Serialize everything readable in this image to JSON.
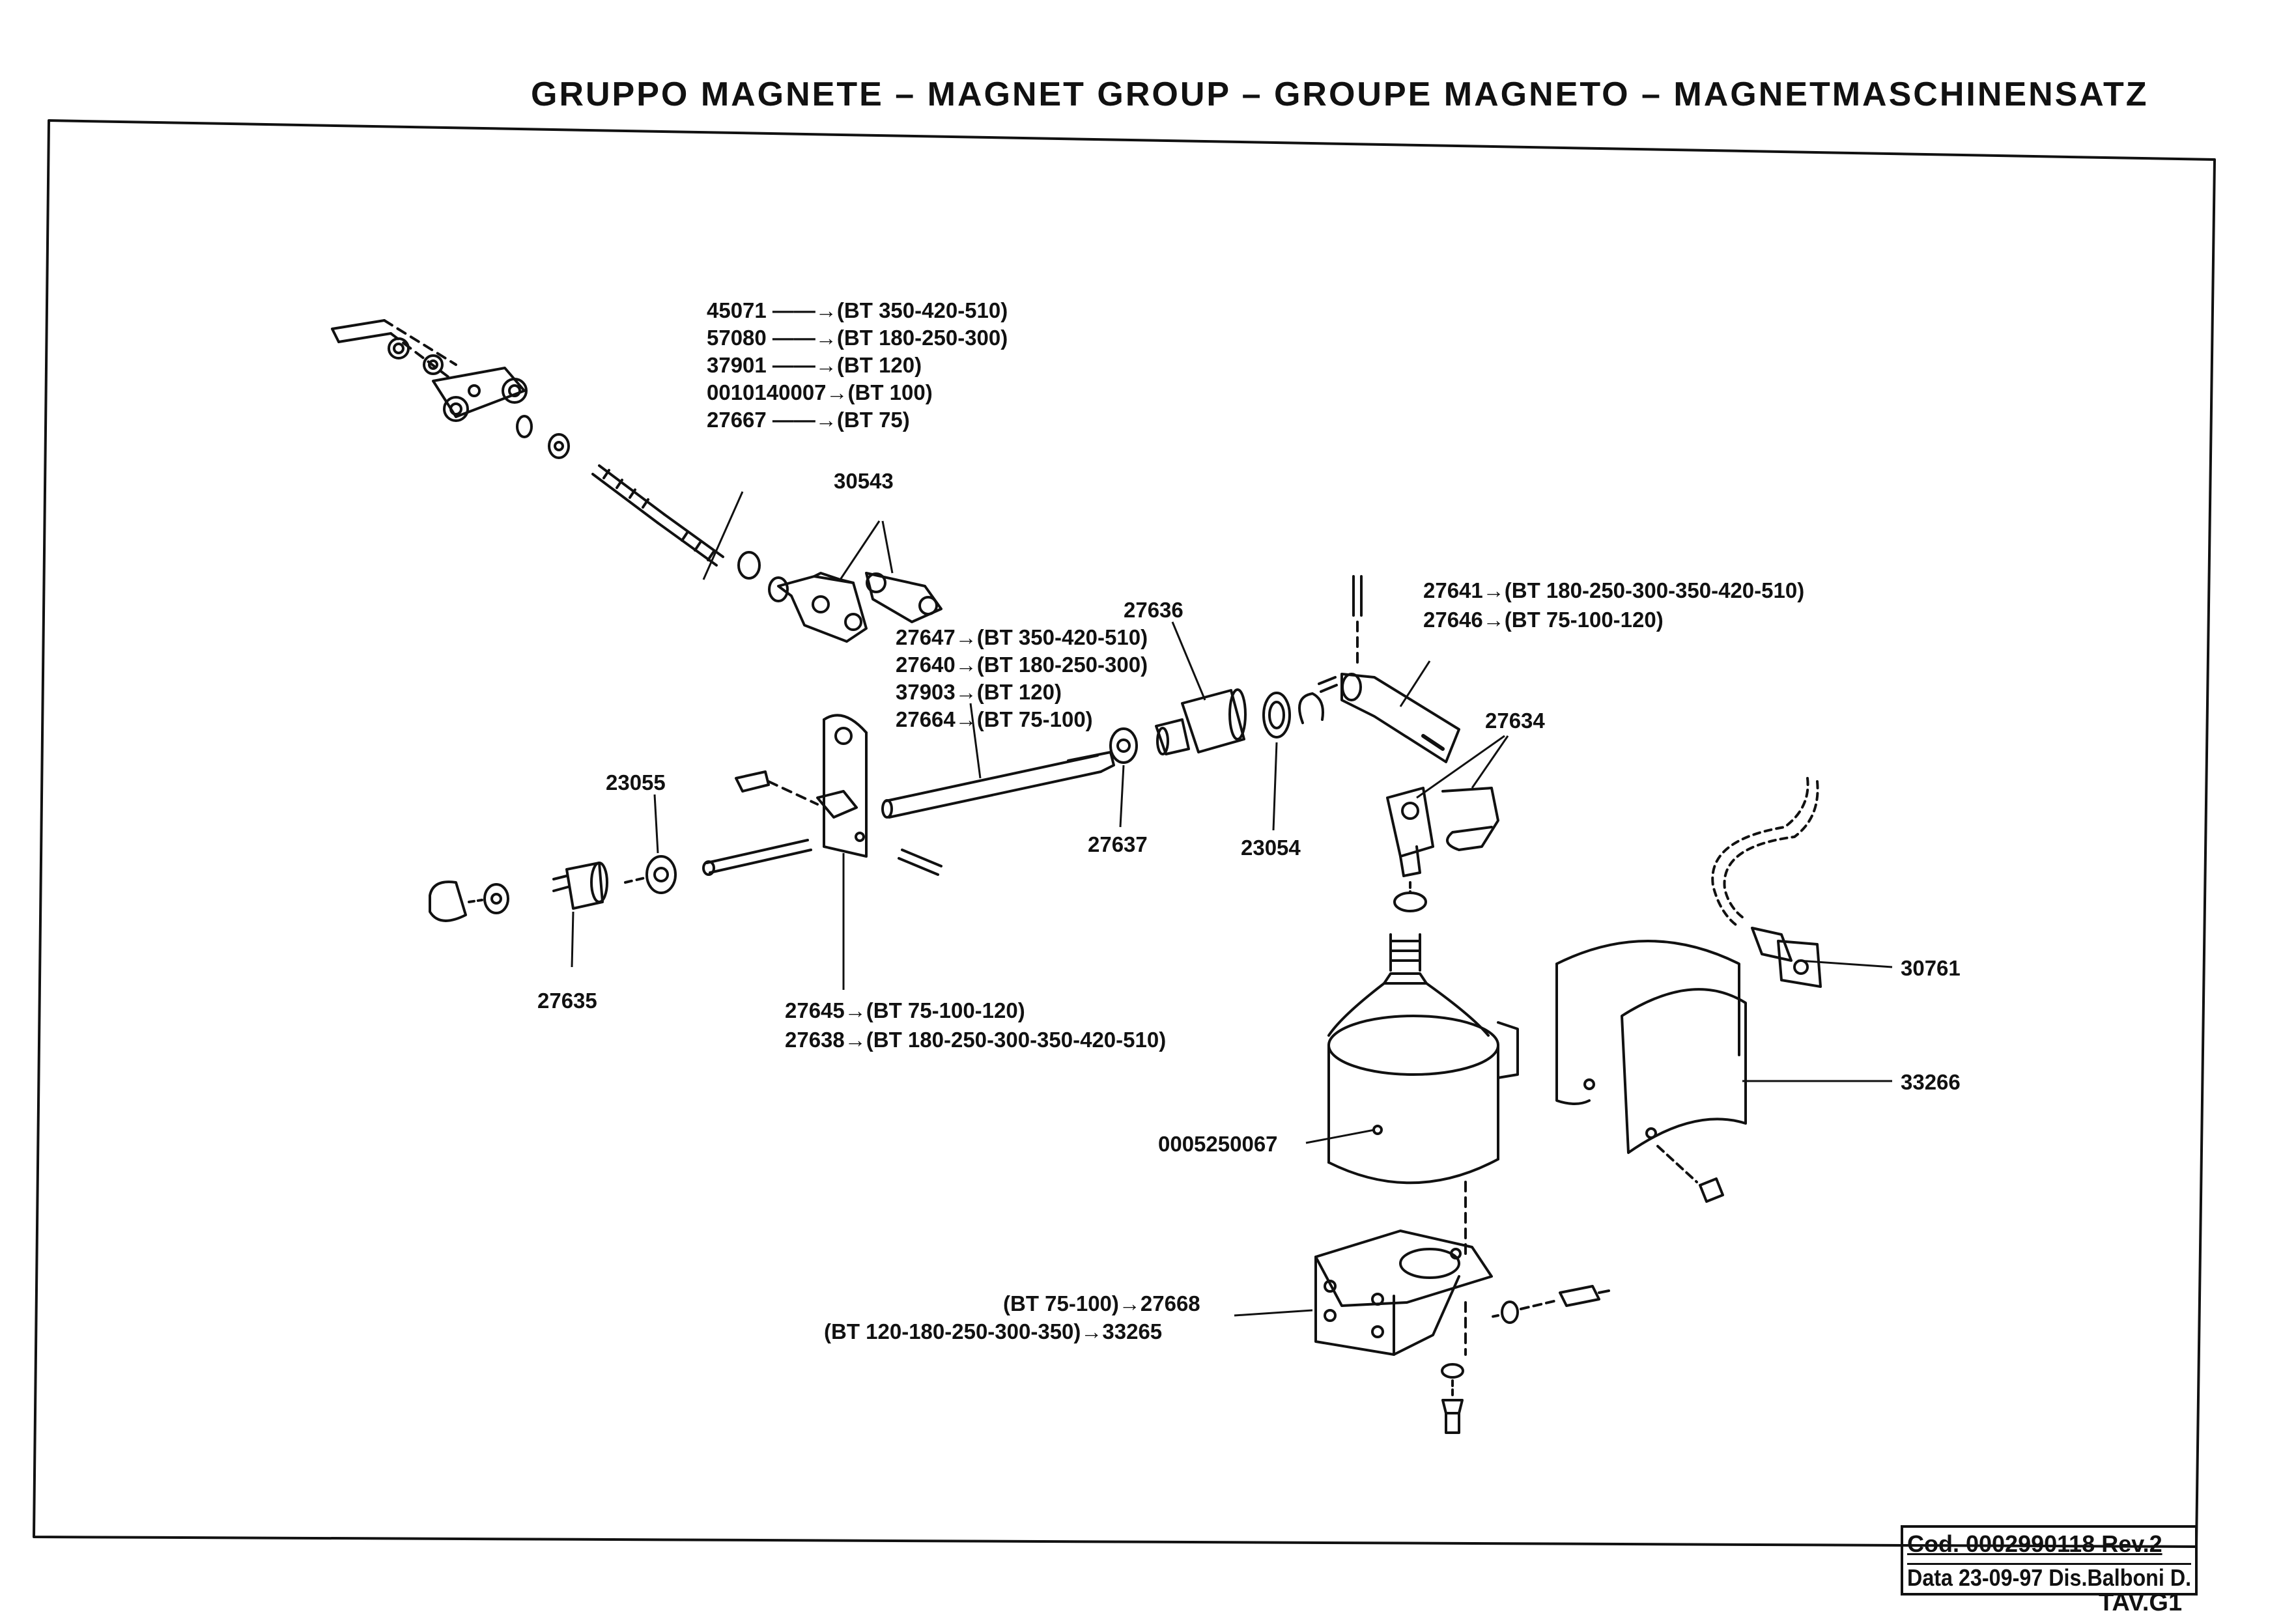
{
  "header": {
    "title": "GRUPPO  MAGNETE – MAGNET  GROUP – GROUPE  MAGNETO – MAGNETMASCHINENSATZ"
  },
  "labels": {
    "l45071": "45071 ——→(BT 350-420-510)",
    "l57080": "57080 ——→(BT 180-250-300)",
    "l37901": "37901 ——→(BT 120)",
    "l0010140007": "0010140007→(BT 100)",
    "l27667": "27667 ——→(BT 75)",
    "l30543": "30543",
    "l27636": "27636",
    "l27647": "27647→(BT 350-420-510)",
    "l27640": "27640→(BT 180-250-300)",
    "l37903": "37903→(BT 120)",
    "l27664": "27664→(BT 75-100)",
    "l27641": "27641→(BT   180-250-300-350-420-510)",
    "l27646": "27646→(BT     75-100-120)",
    "l27634": "27634",
    "l23055": "23055",
    "l27637": "27637",
    "l23054": "23054",
    "l27635": "27635",
    "l27645": "27645→(BT 75-100-120)",
    "l27638": "27638→(BT 180-250-300-350-420-510)",
    "l30761": "30761",
    "l33266": "33266",
    "l0005250067": "0005250067",
    "l27668": "(BT 75-100)→27668",
    "l33265": "(BT  120-180-250-300-350)→33265"
  },
  "footer": {
    "cod": "Cod. 0002990118  Rev.2",
    "data": "Data 23-09-97 Dis.Balboni D.",
    "tav": "TAV.G1"
  }
}
